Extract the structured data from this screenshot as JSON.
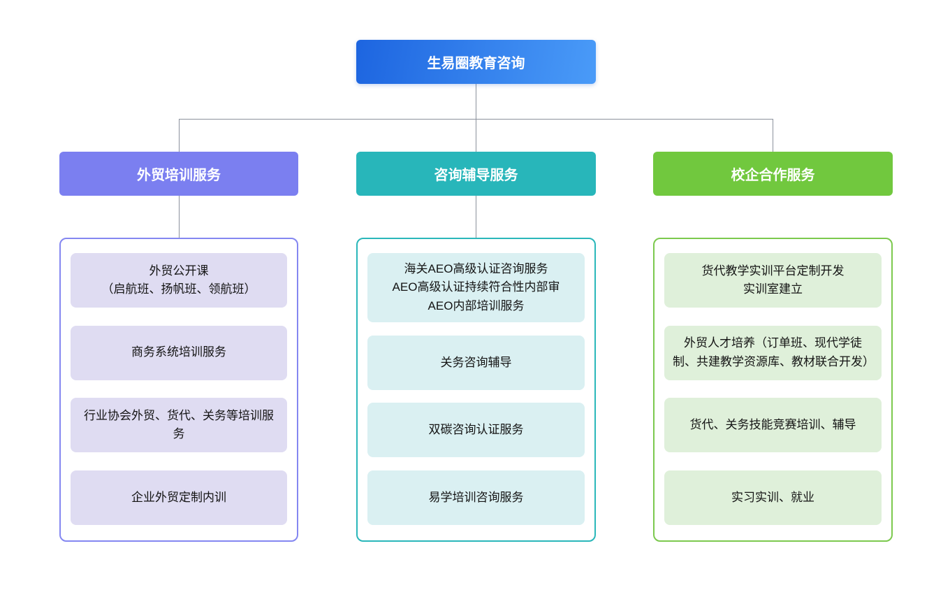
{
  "root": {
    "label": "生易圈教育咨询"
  },
  "colors": {
    "root_gradient_start": "#1d65e0",
    "root_gradient_end": "#4a9bf8",
    "connector": "#8b919c",
    "branch1_header": "#7b7ff0",
    "branch1_panel_border": "#8487f1",
    "branch1_item_bg": "#dfdcf2",
    "branch2_header": "#28b6ba",
    "branch2_panel_border": "#2ab7ba",
    "branch2_item_bg": "#daf0f2",
    "branch3_header": "#71c83e",
    "branch3_panel_border": "#7cc94e",
    "branch3_item_bg": "#dff0da"
  },
  "branches": [
    {
      "label": "外贸培训服务",
      "items": [
        "外贸公开课\n（启航班、扬帆班、领航班）",
        "商务系统培训服务",
        "行业协会外贸、货代、关务等培训服务",
        "企业外贸定制内训"
      ]
    },
    {
      "label": "咨询辅导服务",
      "items": [
        "海关AEO高级认证咨询服务\nAEO高级认证持续符合性内部审\nAEO内部培训服务",
        "关务咨询辅导",
        "双碳咨询认证服务",
        "易学培训咨询服务"
      ]
    },
    {
      "label": "校企合作服务",
      "items": [
        "货代教学实训平台定制开发\n实训室建立",
        "外贸人才培养（订单班、现代学徒制、共建教学资源库、教材联合开发）",
        "货代、关务技能竞赛培训、辅导",
        "实习实训、就业"
      ]
    }
  ]
}
